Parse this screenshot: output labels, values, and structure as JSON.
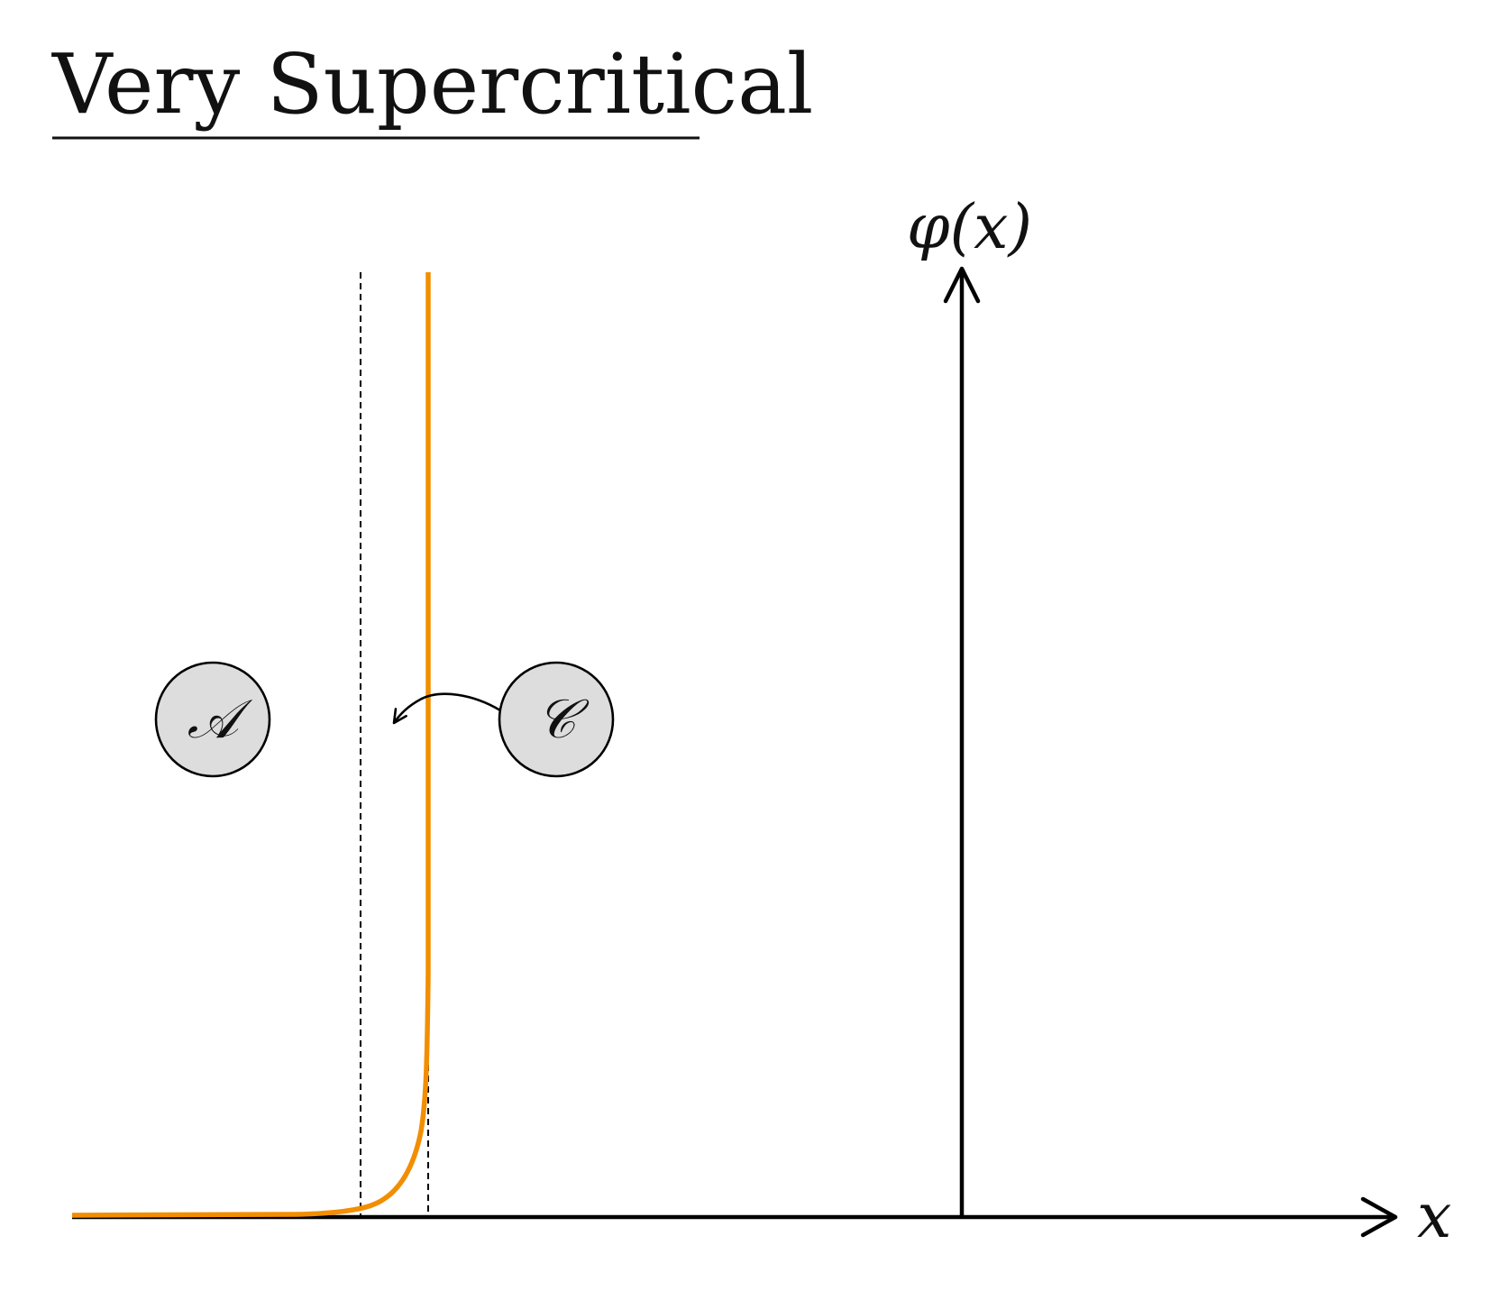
{
  "title": "Very Supercritical",
  "axes": {
    "x_label": "x",
    "y_label": "φ(x)"
  },
  "nodes": [
    {
      "id": "A",
      "label": "𝒜"
    },
    {
      "id": "C",
      "label": "𝒞"
    }
  ],
  "colors": {
    "curve": "#F28E00",
    "axis": "#000000",
    "node_fill": "#DDDDDD",
    "node_stroke": "#000000",
    "dashed": "#000000"
  }
}
